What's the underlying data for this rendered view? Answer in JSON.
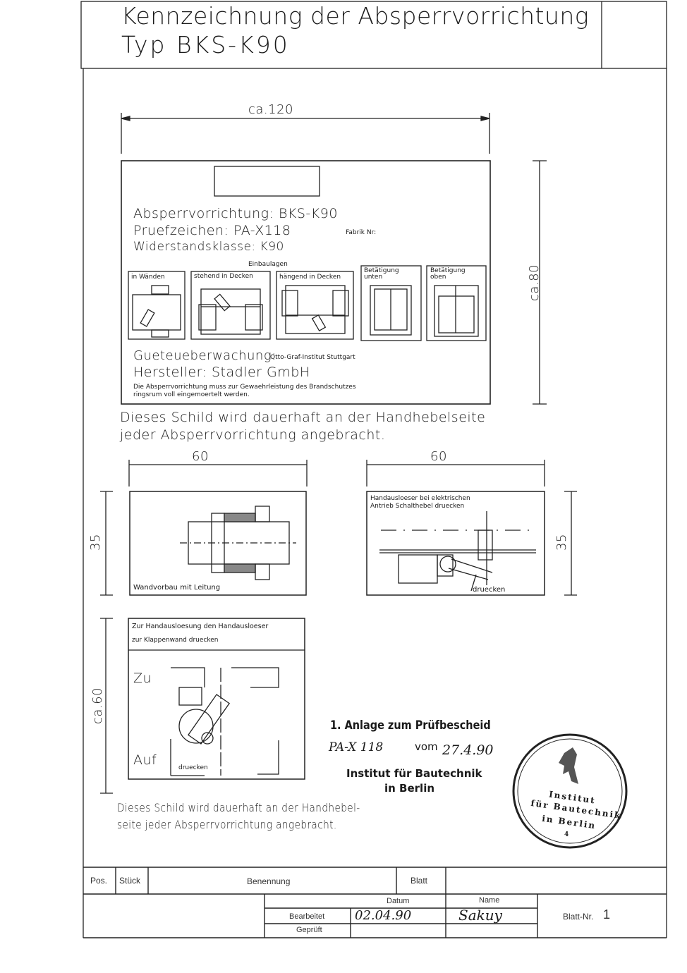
{
  "header": {
    "title_line1": "Kennzeichnung der Absperrvorrichtung",
    "title_line2": "Typ BKS-K90"
  },
  "plate": {
    "width_dim": "ca.120",
    "height_dim": "ca.80",
    "line1": "Absperrvorrichtung: BKS-K90",
    "line2": "Pruefzeichen: PA-X118",
    "fabrik_nr": "Fabrik Nr:",
    "line3": "Widerstandsklasse: K90",
    "einbaulagen": "Einbaulagen",
    "positions": [
      "in Wänden",
      "stehend in Decken",
      "hängend in Decken",
      "Betätigung unten",
      "Betätigung oben"
    ],
    "guete_label": "Gueteueberwachung:",
    "guete_value": "Otto-Graf-Institut Stuttgart",
    "hersteller": "Hersteller: Stadler GmbH",
    "note1": "Die Absperrvorrichtung muss zur Gewaehrleistung des Brandschutzes",
    "note2": "ringsrum voll eingemoertelt werden."
  },
  "caption1": {
    "line1": "Dieses Schild wird dauerhaft an der Handhebelseite",
    "line2": "jeder Absperrvorrichtung angebracht."
  },
  "sign_left": {
    "width_dim": "60",
    "height_dim": "35",
    "label": "Wandvorbau mit Leitung"
  },
  "sign_right": {
    "width_dim": "60",
    "height_dim": "35",
    "line1": "Handausloeser bei elektrischen",
    "line2": "Antrieb Schalthebel druecken",
    "arrow_label": "druecken"
  },
  "sign_lower": {
    "height_dim": "ca.60",
    "line1": "Zur Handausloesung den Handausloeser",
    "line2": "zur Klappenwand druecken",
    "zu": "Zu",
    "auf": "Auf",
    "druecken": "druecken"
  },
  "caption2": {
    "line1": "Dieses Schild wird dauerhaft an der Handhebel-",
    "line2": "seite jeder Absperrvorrichtung angebracht."
  },
  "approval": {
    "line1": "1. Anlage zum Prüfbescheid",
    "pa": "PA-X 118",
    "vom": "vom",
    "date": "27.4.90",
    "inst1": "Institut für Bautechnik",
    "inst2": "in Berlin"
  },
  "stamp": {
    "line1": "Institut",
    "line2": "für Bautechnik",
    "line3": "in Berlin",
    "num": "4"
  },
  "title_block": {
    "pos": "Pos.",
    "stueck": "Stück",
    "benennung": "Benennung",
    "blatt": "Blatt",
    "datum": "Datum",
    "name": "Name",
    "bearbeitet": "Bearbeitet",
    "geprueft": "Geprüft",
    "date_value": "02.04.90",
    "name_value": "Sakuy",
    "blatt_nr_label": "Blatt-Nr.",
    "blatt_nr": "1"
  }
}
